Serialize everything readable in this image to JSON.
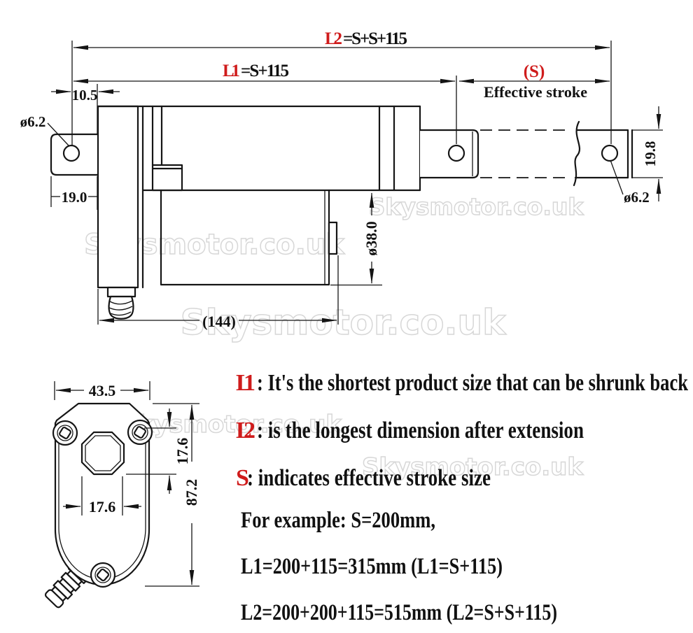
{
  "watermark": {
    "text": "Skysmotor.co.uk"
  },
  "colors": {
    "accent_red": "#cf1b1b",
    "line_black": "#151515",
    "watermark_gray": "#d7d7d7"
  },
  "side_view": {
    "l2_label": "L2",
    "l2_formula": "=S+S+115",
    "l1_label": "L1",
    "l1_formula": "=S+115",
    "stroke_label": "(S)",
    "stroke_caption": "Effective stroke",
    "dim_offset": "10.5",
    "dim_rear_hole": "ø6.2",
    "dim_clevis": "19.0",
    "dim_rod_height": "19.8",
    "dim_front_hole": "ø6.2",
    "dim_motor": "ø38.0",
    "dim_length": "(144)"
  },
  "front_view": {
    "dim_width": "43.5",
    "dim_hole_v": "17.6",
    "dim_hole_h": "17.6",
    "dim_height": "87.2"
  },
  "legend": {
    "items": [
      {
        "term": "L1",
        "desc": ": It's the shortest product size that can be shrunk back"
      },
      {
        "term": "L2",
        "desc": ": is the longest dimension after extension"
      },
      {
        "term": "S",
        "desc": ": indicates effective stroke size"
      }
    ],
    "example": {
      "line1": "For example: S=200mm,",
      "line2": "L1=200+115=315mm (L1=S+115)",
      "line3": "L2=200+200+115=515mm (L2=S+S+115)"
    }
  }
}
